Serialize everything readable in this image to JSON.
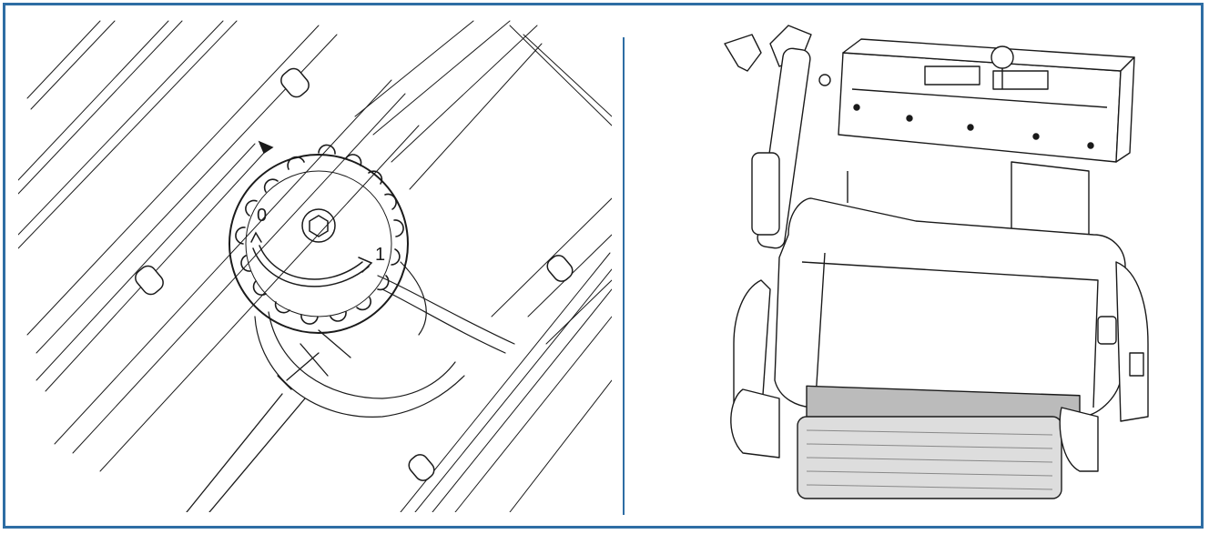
{
  "figure": {
    "border_color": "#2e6da4",
    "divider_color": "#2e6da4",
    "line_color": "#1a1a1a"
  },
  "left_panel": {
    "dial": {
      "position_labels": [
        "0",
        "1"
      ],
      "center_icon": "hex-socket-icon",
      "arrow_icon": "curved-arrow-icon"
    }
  },
  "right_panel": {
    "subject": "machine-isometric-view"
  }
}
